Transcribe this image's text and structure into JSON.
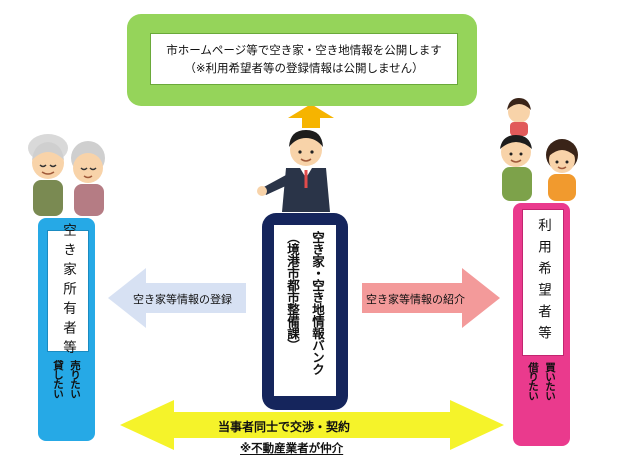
{
  "top_box": {
    "line1": "市ホームページ等で空き家・空き地情報を公開します",
    "line2": "（※利用希望者等の登録情報は公開しません）"
  },
  "bank": {
    "line1": "空き家・空き地情報バンク",
    "line2": "（境港市都市整備課）"
  },
  "owner": {
    "label": "空き家所有者等",
    "action1": "売りたい",
    "action2": "貸したい"
  },
  "user": {
    "label": "利用希望者等",
    "action1": "買いたい",
    "action2": "借りたい"
  },
  "arrows": {
    "left_label": "空き家等情報の登録",
    "right_label": "空き家等情報の紹介",
    "bottom_label": "当事者同士で交渉・契約",
    "broker_note": "※不動産業者が仲介"
  },
  "colors": {
    "top_green": "#95d45a",
    "bank_navy": "#15255c",
    "owner_blue": "#26a9e6",
    "user_pink": "#ea3a8d",
    "arrow_left": "#d7e1f3",
    "arrow_right": "#f39a9a",
    "arrow_yellow": "#f5f32a",
    "arrow_up": "#f6b400"
  },
  "icons": [
    "elderly-couple-icon",
    "staff-man-icon",
    "family-icon"
  ]
}
